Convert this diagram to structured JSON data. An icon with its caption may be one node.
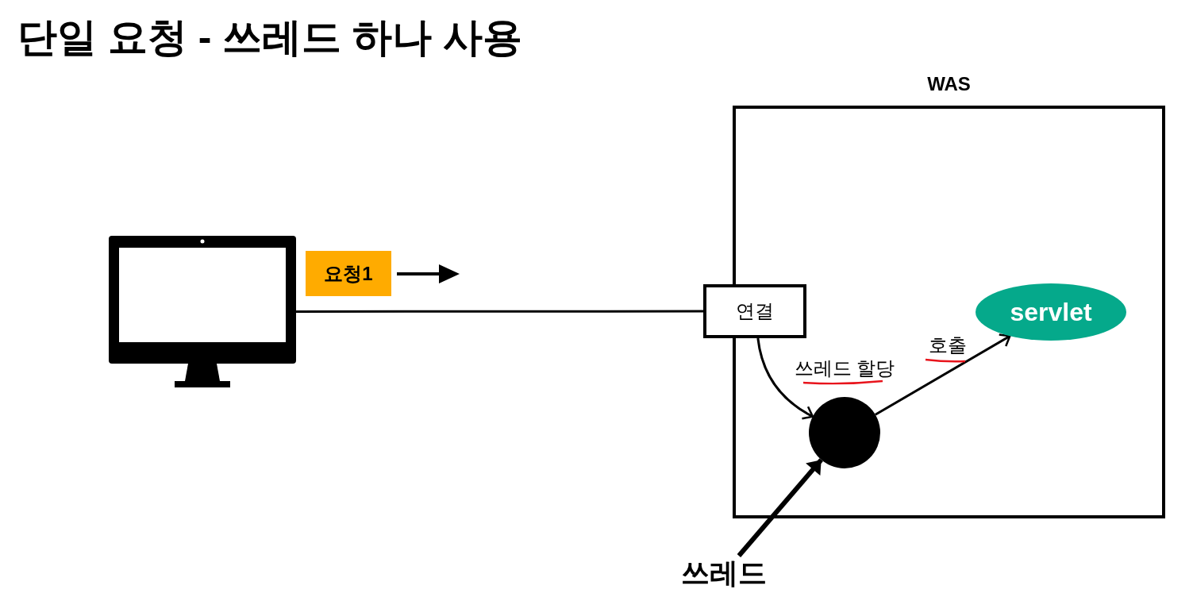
{
  "diagram": {
    "title": "단일 요청 - 쓰레드 하나 사용",
    "nodes": [
      {
        "text": [],
        "shape": "computer"
      },
      {
        "text": [
          "WAS"
        ]
      },
      {
        "text": [
          "연결"
        ]
      },
      {
        "text": [],
        "shape": "circle",
        "in": 1
      },
      {
        "text": [
          "servlet"
        ],
        "in": 1
      },
      {
        "text": [
          "쓰레드"
        ]
      },
      {
        "text": [
          "요청1"
        ]
      }
    ],
    "edges": [
      {
        "from": 0,
        "to": 2,
        "arrow": "none"
      },
      {
        "from": 2,
        "to": 3,
        "arrow": "to",
        "label": "쓰레드 할당"
      },
      {
        "from": 3,
        "to": 4,
        "arrow": "to",
        "label": "호출"
      },
      {
        "from": 5,
        "to": 3,
        "arrow": "to",
        "style": "thick"
      }
    ]
  }
}
